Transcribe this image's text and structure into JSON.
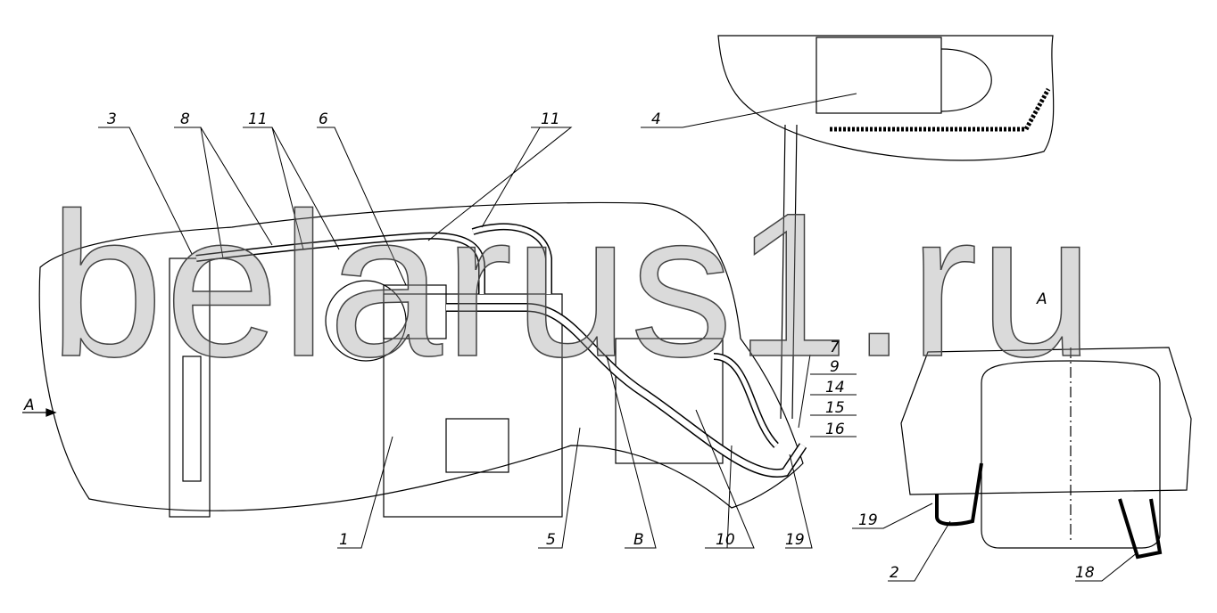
{
  "diagram": {
    "watermark": "belarus1.ru",
    "view_arrow_label": "A",
    "view_label": "A",
    "callouts": {
      "c3": "3",
      "c8": "8",
      "c11a": "11",
      "c6": "6",
      "c11b": "11",
      "c4": "4",
      "c7": "7",
      "c9": "9",
      "c14": "14",
      "c15": "15",
      "c16": "16",
      "c1": "1",
      "c5": "5",
      "cB": "B",
      "c10": "10",
      "c19a": "19",
      "c19b": "19",
      "c2": "2",
      "c18": "18"
    }
  }
}
